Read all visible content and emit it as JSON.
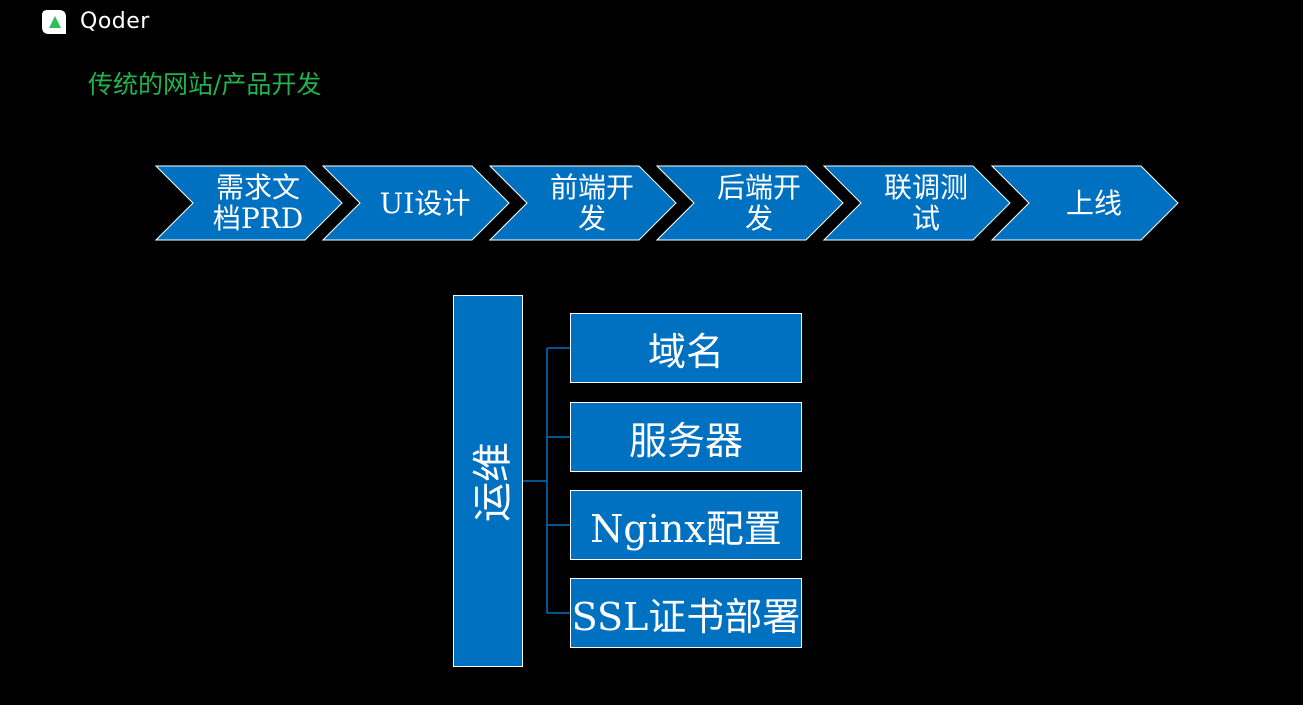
{
  "brand": {
    "name": "Qoder",
    "icon": "qoder-logo-icon"
  },
  "title": "传统的网站/产品开发",
  "colors": {
    "background": "#000000",
    "title": "#22b24c",
    "shape_fill": "#0070c0",
    "shape_border": "#ffffff",
    "text": "#ffffff",
    "connector": "#0070c0"
  },
  "process_steps": [
    {
      "label": "需求文\n档PRD"
    },
    {
      "label": "UI设计"
    },
    {
      "label": "前端开\n发"
    },
    {
      "label": "后端开\n发"
    },
    {
      "label": "联调测\n试"
    },
    {
      "label": "上线"
    }
  ],
  "operations": {
    "label": "运维",
    "items": [
      {
        "label": "域名"
      },
      {
        "label": "服务器"
      },
      {
        "label": "Nginx配置"
      },
      {
        "label": "SSL证书部署"
      }
    ]
  }
}
